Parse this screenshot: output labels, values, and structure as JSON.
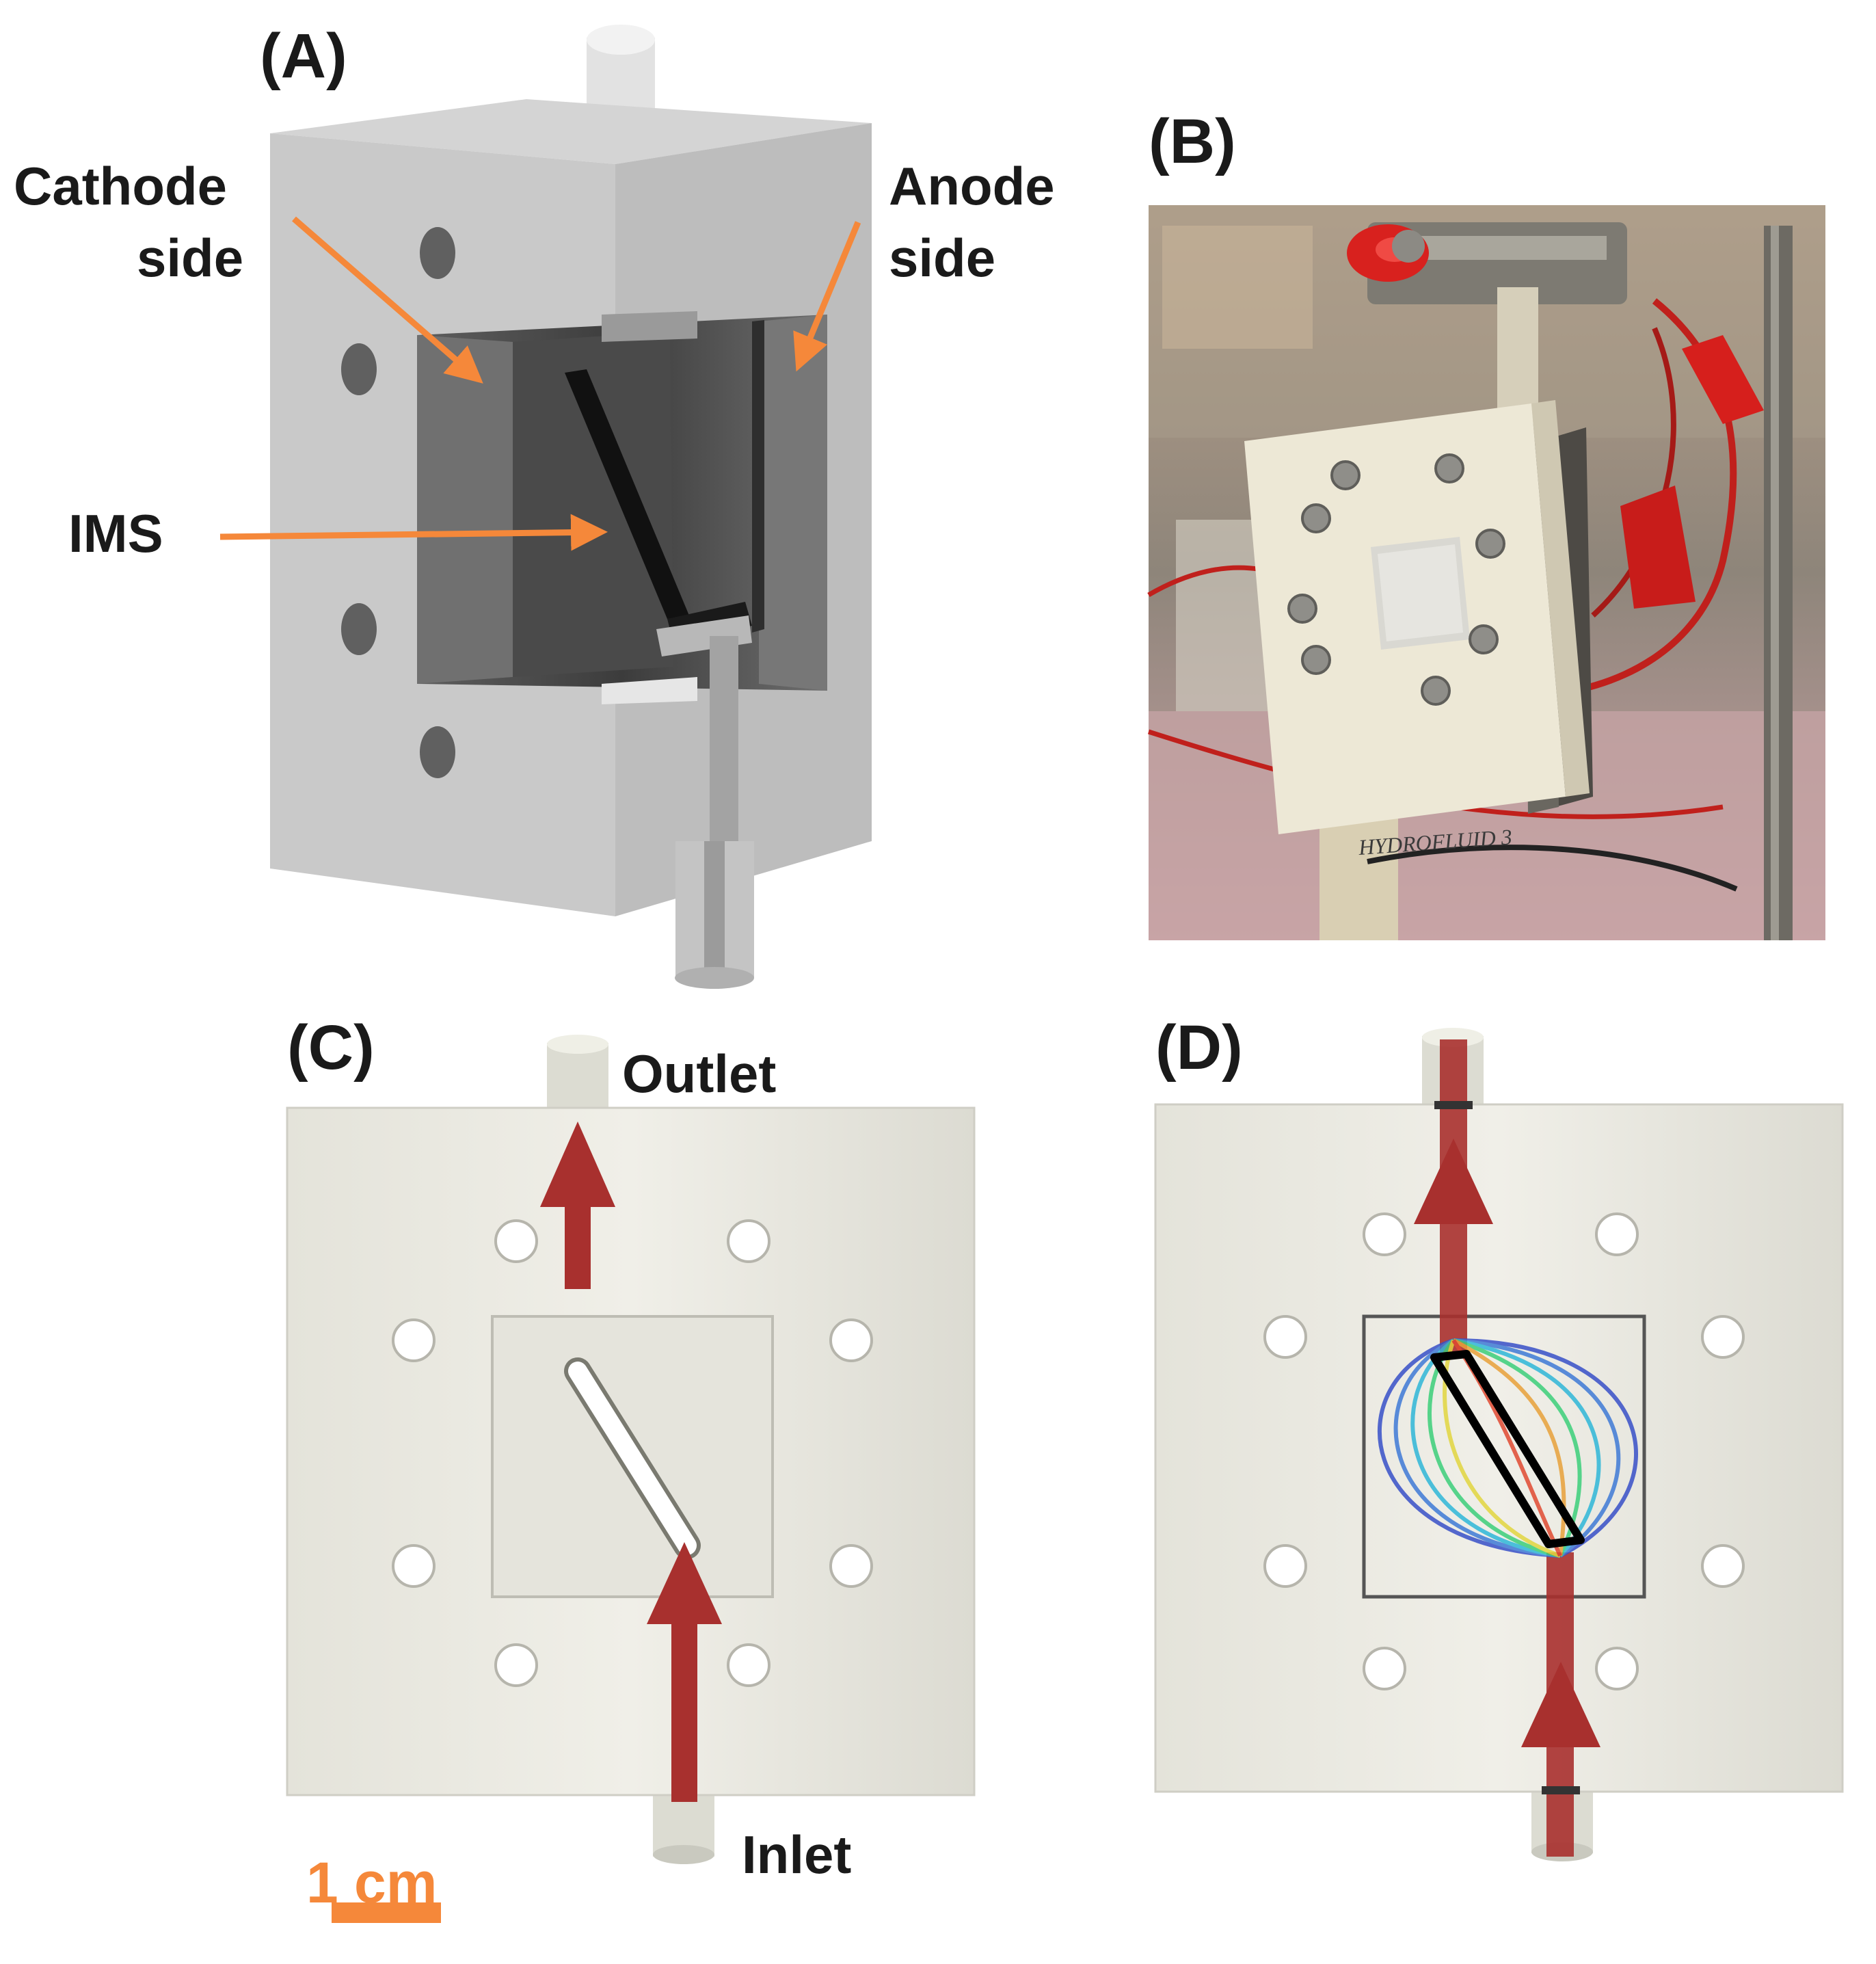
{
  "panels": {
    "a": {
      "letter": "(A)",
      "labels": {
        "cathode_line1": "Cathode",
        "cathode_line2": "side",
        "anode_line1": "Anode",
        "anode_line2": "side",
        "ims": "IMS"
      }
    },
    "b": {
      "letter": "(B)",
      "photo_note": "HYDROFLUID 3"
    },
    "c": {
      "letter": "(C)",
      "labels": {
        "outlet": "Outlet",
        "inlet": "Inlet"
      },
      "scale_bar": "1 cm"
    },
    "d": {
      "letter": "(D)"
    }
  },
  "colors": {
    "callout_arrow": "#f5883a",
    "flow_arrow": "#a8302e",
    "scale_bar": "#f5883a",
    "plate": "#ececE4"
  }
}
